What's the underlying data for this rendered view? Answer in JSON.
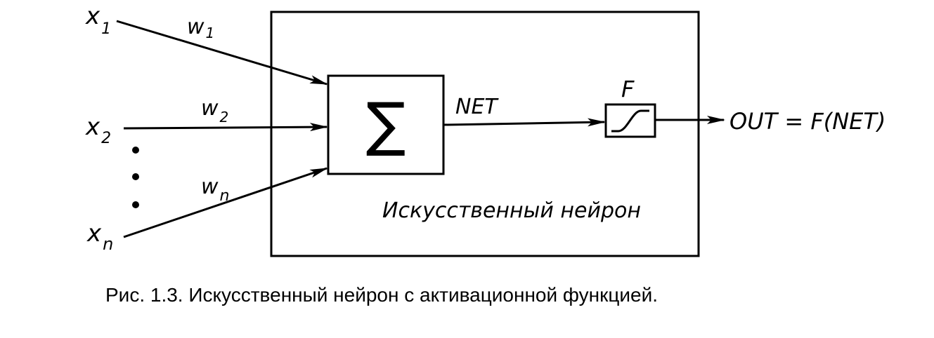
{
  "inputs": {
    "x1": {
      "base": "x",
      "sub": "1"
    },
    "x2": {
      "base": "x",
      "sub": "2"
    },
    "xn": {
      "base": "x",
      "sub": "n"
    }
  },
  "weights": {
    "w1": {
      "base": "w",
      "sub": "1"
    },
    "w2": {
      "base": "w",
      "sub": "2"
    },
    "wn": {
      "base": "w",
      "sub": "n"
    }
  },
  "summation_symbol": "∑",
  "net_label": "NET",
  "activation_label": "F",
  "output_label": "OUT = F(NET)",
  "neuron_label": "Искусственный нейрон",
  "caption": "Рис. 1.3. Искусственный нейрон с активационной функцией."
}
